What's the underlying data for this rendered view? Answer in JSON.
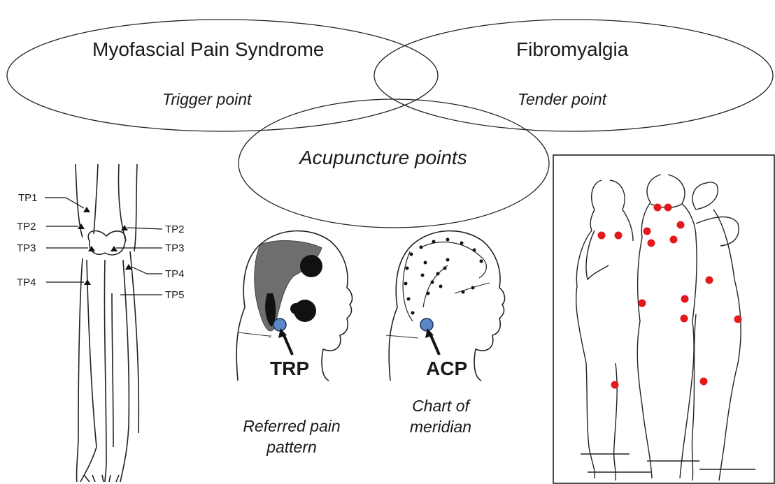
{
  "venn": {
    "mps": {
      "title": "Myofascial Pain Syndrome",
      "subtitle": "Trigger point"
    },
    "fm": {
      "title": "Fibromyalgia",
      "subtitle": "Tender point"
    },
    "acu": {
      "title": "Acupuncture points"
    }
  },
  "leg": {
    "left_labels": [
      "TP1",
      "TP2",
      "TP3",
      "TP4"
    ],
    "right_labels": [
      "TP2",
      "TP3",
      "TP4",
      "TP5"
    ]
  },
  "heads": {
    "trp": {
      "label": "TRP",
      "caption_line1": "Referred pain",
      "caption_line2": "pattern"
    },
    "acp": {
      "label": "ACP",
      "caption_line1": "Chart of",
      "caption_line2": "meridian"
    }
  },
  "colors": {
    "tender_point": "#e3191c",
    "point_marker": "#5b86c8",
    "line": "#222222"
  }
}
